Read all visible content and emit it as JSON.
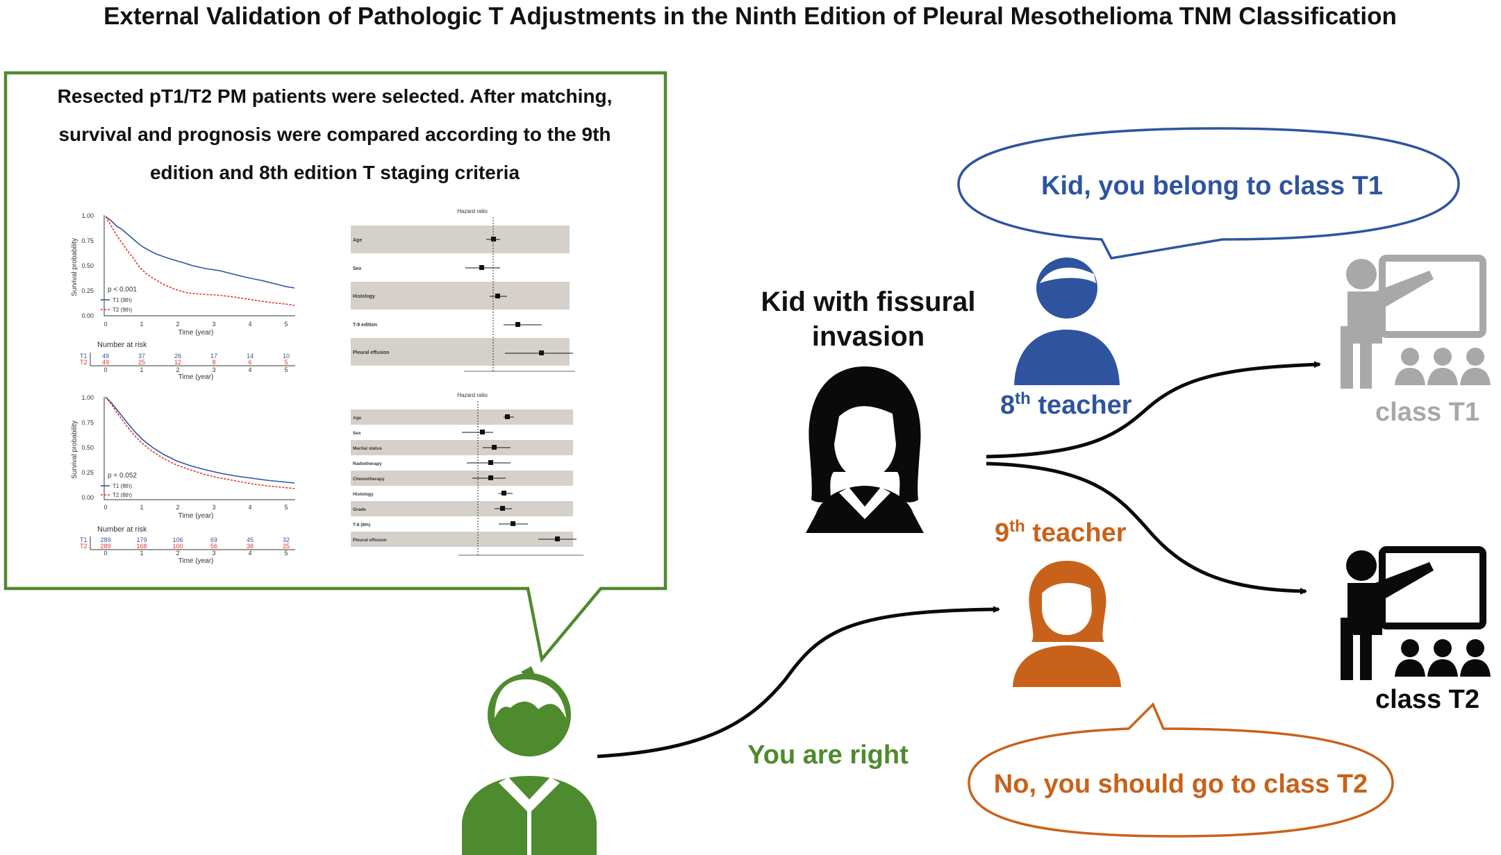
{
  "title": "External Validation of Pathologic T Adjustments in the Ninth Edition of Pleural Mesothelioma TNM Classification",
  "summary_box": {
    "lines": [
      "Resected pT1/T2 PM patients were selected. After matching,",
      "survival and prognosis were compared according to the 9th",
      "edition and 8th edition T staging criteria"
    ]
  },
  "km_top": {
    "ylabel": "Survival probability",
    "xlabel": "Time (year)",
    "yticks": [
      "1.00",
      "0.75",
      "0.50",
      "0.25",
      "0.00"
    ],
    "xticks": [
      "0",
      "1",
      "2",
      "3",
      "4",
      "5"
    ],
    "pvalue": "p < 0.001",
    "legend": [
      "T1 (9th)",
      "T2 (9th)"
    ],
    "risk_title": "Number at risk",
    "risk_labels": [
      "T1",
      "T2"
    ],
    "risk_t1": [
      "49",
      "37",
      "26",
      "17",
      "14",
      "10"
    ],
    "risk_t2": [
      "49",
      "25",
      "12",
      "8",
      "6",
      "5"
    ],
    "risk_xlabel": "Time (year)"
  },
  "km_bottom": {
    "ylabel": "Survival probability",
    "xlabel": "Time (year)",
    "yticks": [
      "1.00",
      "0.75",
      "0.50",
      "0.25",
      "0.00"
    ],
    "xticks": [
      "0",
      "1",
      "2",
      "3",
      "4",
      "5"
    ],
    "pvalue": "p = 0.052",
    "legend": [
      "T1 (8th)",
      "T2 (8th)"
    ],
    "risk_title": "Number at risk",
    "risk_labels": [
      "T1",
      "T2"
    ],
    "risk_t1": [
      "289",
      "179",
      "106",
      "69",
      "45",
      "32"
    ],
    "risk_t2": [
      "289",
      "168",
      "100",
      "56",
      "38",
      "25"
    ],
    "risk_xlabel": "Time (year)"
  },
  "forest_top_title": "Hazard ratio",
  "forest_top_vars": [
    "Age",
    "Sex",
    "Histology",
    "T-9 edition",
    "Pleural effusion"
  ],
  "forest_bottom_title": "Hazard ratio",
  "forest_bottom_vars": [
    "Age",
    "Sex",
    "Marital status",
    "Radiotherapy",
    "Chemotherapy",
    "Histology",
    "Grade",
    "T-8 (8th)",
    "Pleural effusion"
  ],
  "labels": {
    "kid": [
      "Kid with fissural",
      "invasion"
    ],
    "teacher8_num": "8",
    "teacher8_sup": "th",
    "teacher8_rest": " teacher",
    "teacher9_num": "9",
    "teacher9_sup": "th",
    "teacher9_rest": " teacher",
    "class_t1": "class T1",
    "class_t2": "class T2",
    "you_are_right": "You are right",
    "bubble_t1": "Kid, you belong to class T1",
    "bubble_t2": "No, you should go to class T2"
  },
  "colors": {
    "green": "#4e8a2e",
    "blue": "#2e54a0",
    "orange": "#c8621a",
    "gray": "#a8a8a8",
    "black": "#0a0a0a"
  }
}
